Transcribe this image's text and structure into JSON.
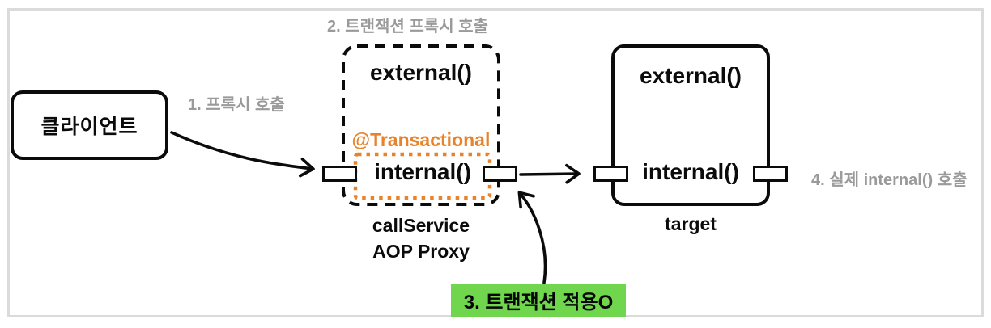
{
  "colors": {
    "orange": "#e8832b",
    "green": "#6fd64e",
    "gray_text": "#9a9a9a",
    "frame_gray": "#dbdbdb"
  },
  "client": {
    "label": "클라이언트"
  },
  "steps": {
    "step1": "1. 프록시 호출",
    "step2": "2. 트랜잭션 프록시 호출",
    "step3": "3. 트랜잭션 적용O",
    "step4": "4. 실제 internal() 호출"
  },
  "proxy": {
    "external": "external()",
    "annotation": "@Transactional",
    "internal": "internal()",
    "caption_line1": "callService",
    "caption_line2": "AOP Proxy"
  },
  "target": {
    "external": "external()",
    "internal": "internal()",
    "caption": "target"
  }
}
